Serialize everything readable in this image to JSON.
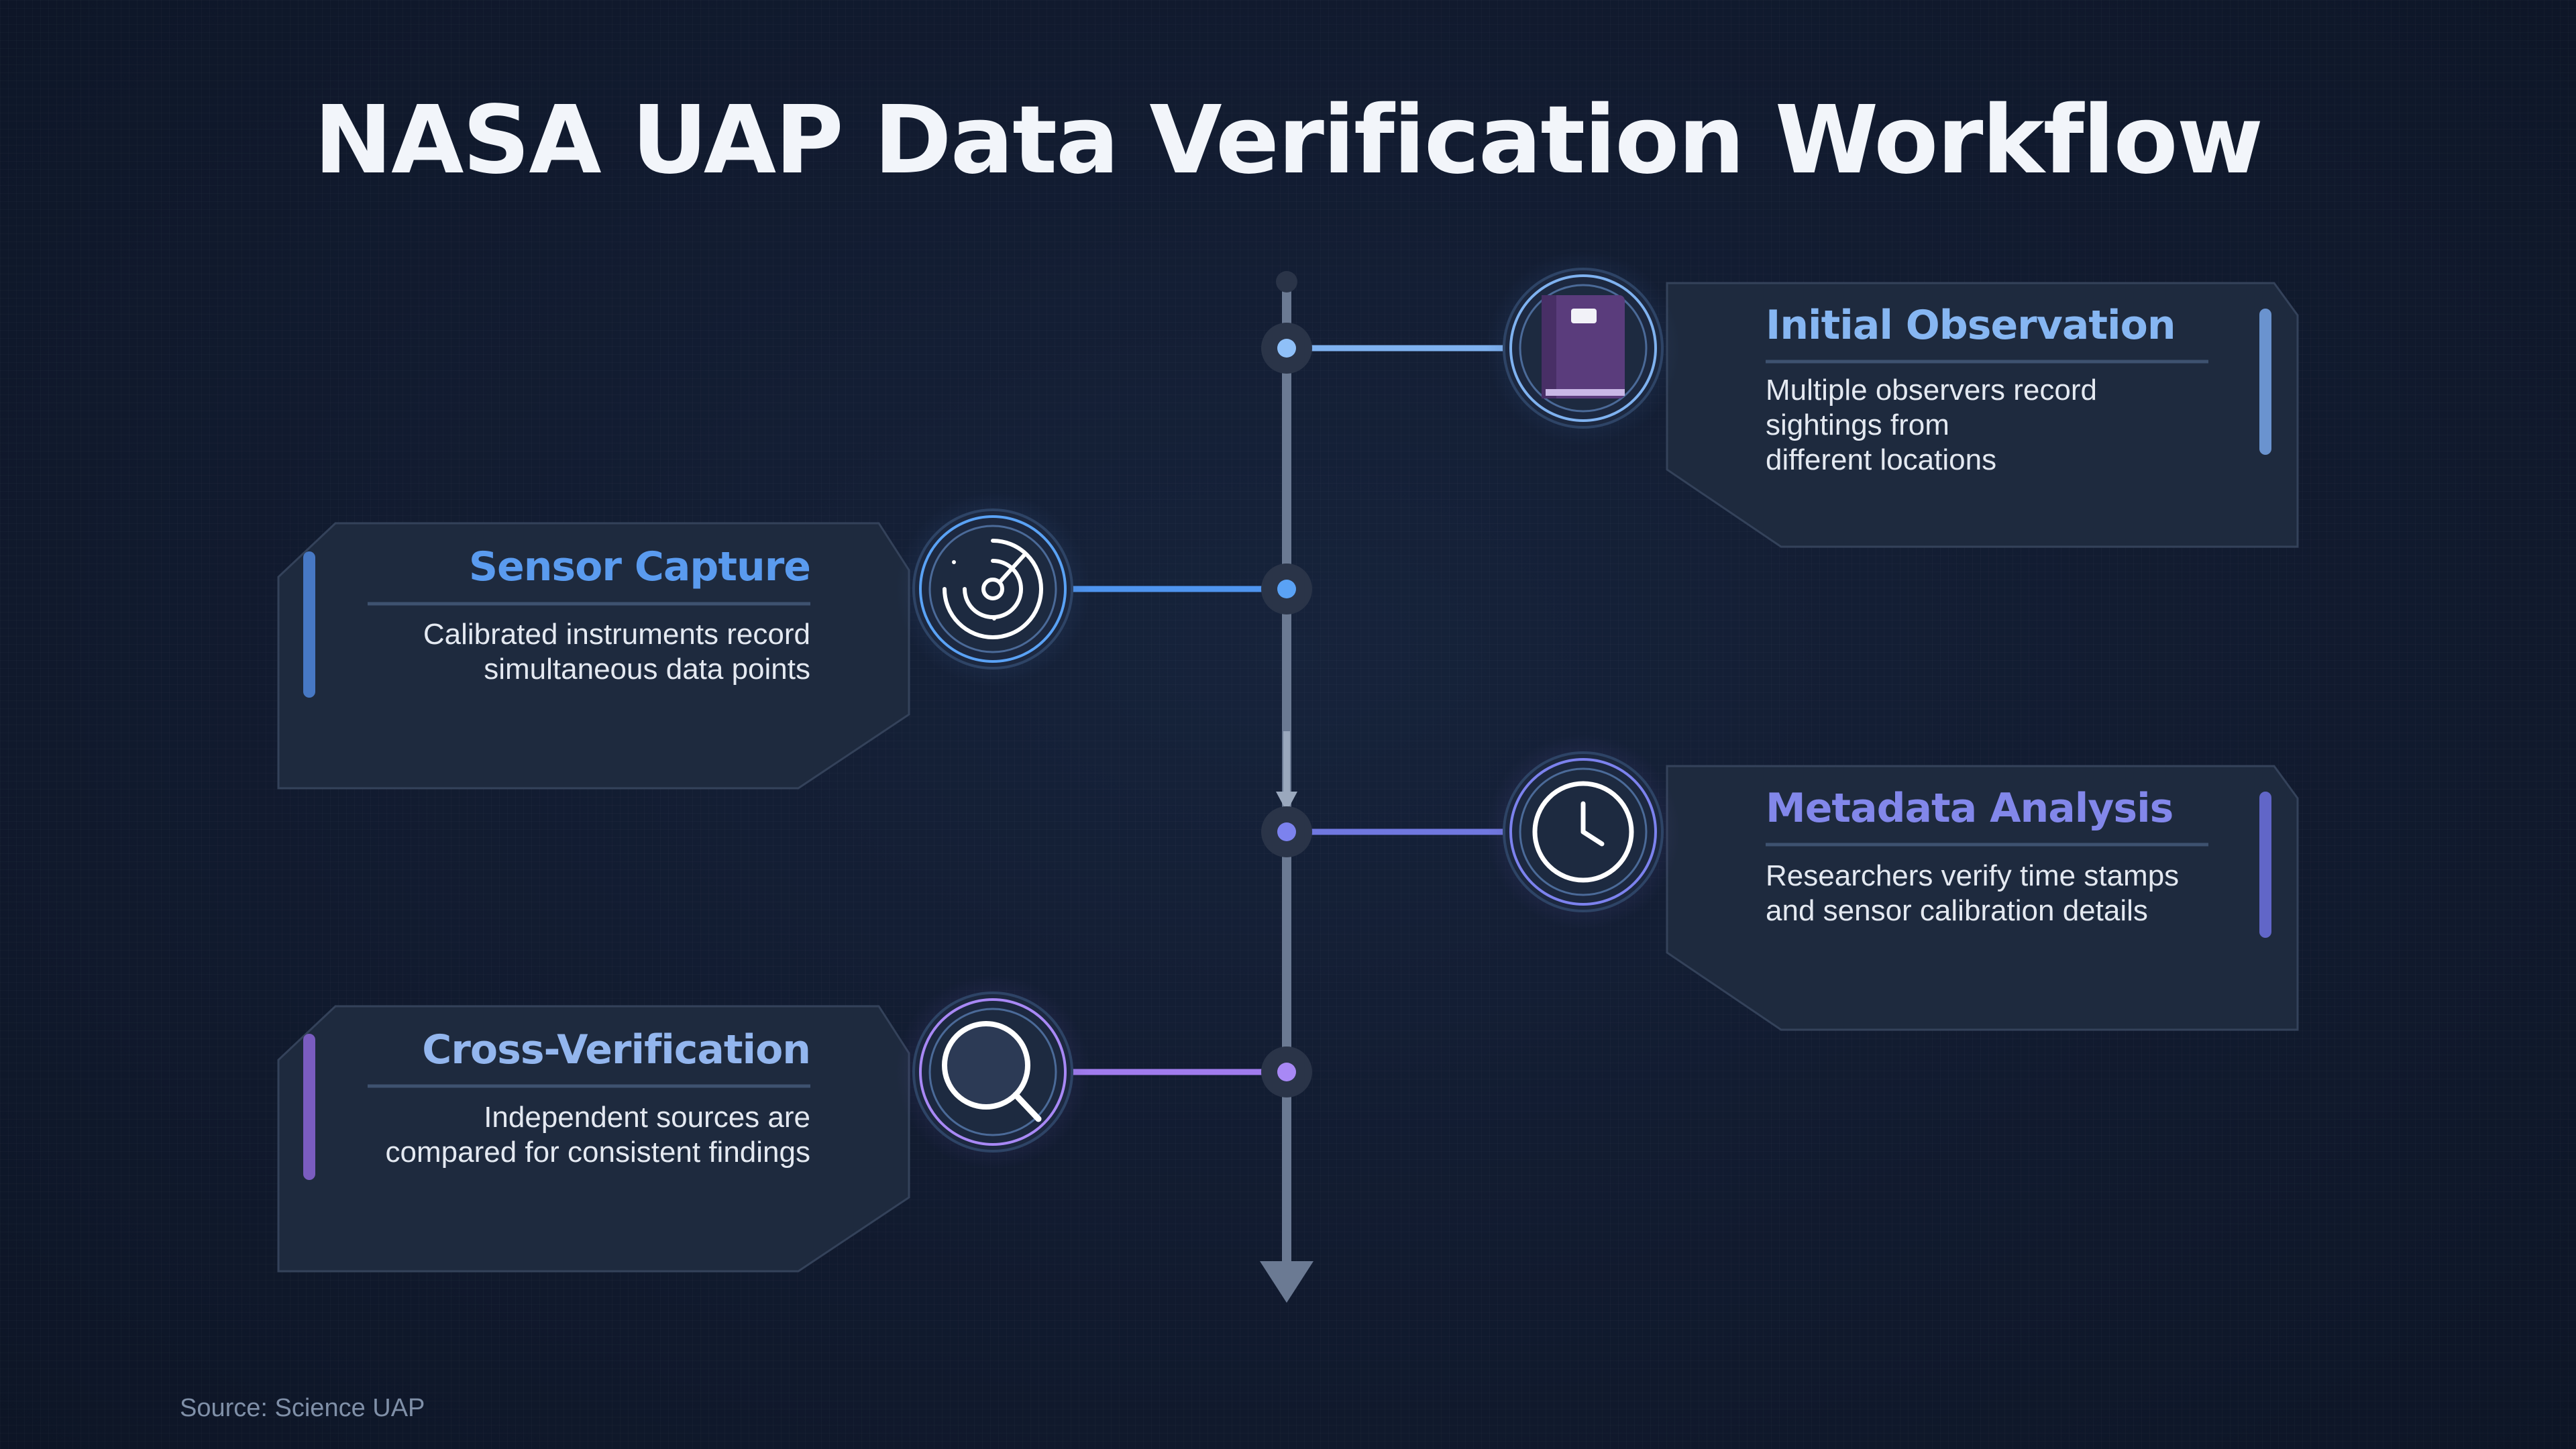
{
  "title": "NASA UAP Data Verification Workflow",
  "source": "Source: Science UAP",
  "steps": [
    {
      "title": "Initial Observation",
      "desc_lines": [
        "Multiple observers record",
        "sightings from",
        "different locations"
      ],
      "icon": "book-icon",
      "color": "#7fb2f0"
    },
    {
      "title": "Sensor Capture",
      "desc_lines": [
        "Calibrated instruments record",
        "simultaneous data points"
      ],
      "icon": "radar-icon",
      "color": "#5b9cf0"
    },
    {
      "title": "Metadata Analysis",
      "desc_lines": [
        "Researchers verify time stamps",
        "and sensor calibration details"
      ],
      "icon": "clock-icon",
      "color": "#7c83e8"
    },
    {
      "title": "Cross-Verification",
      "desc_lines": [
        "Independent sources are",
        "compared for consistent findings"
      ],
      "icon": "magnifier-icon",
      "color": "#9b7fe6"
    }
  ]
}
